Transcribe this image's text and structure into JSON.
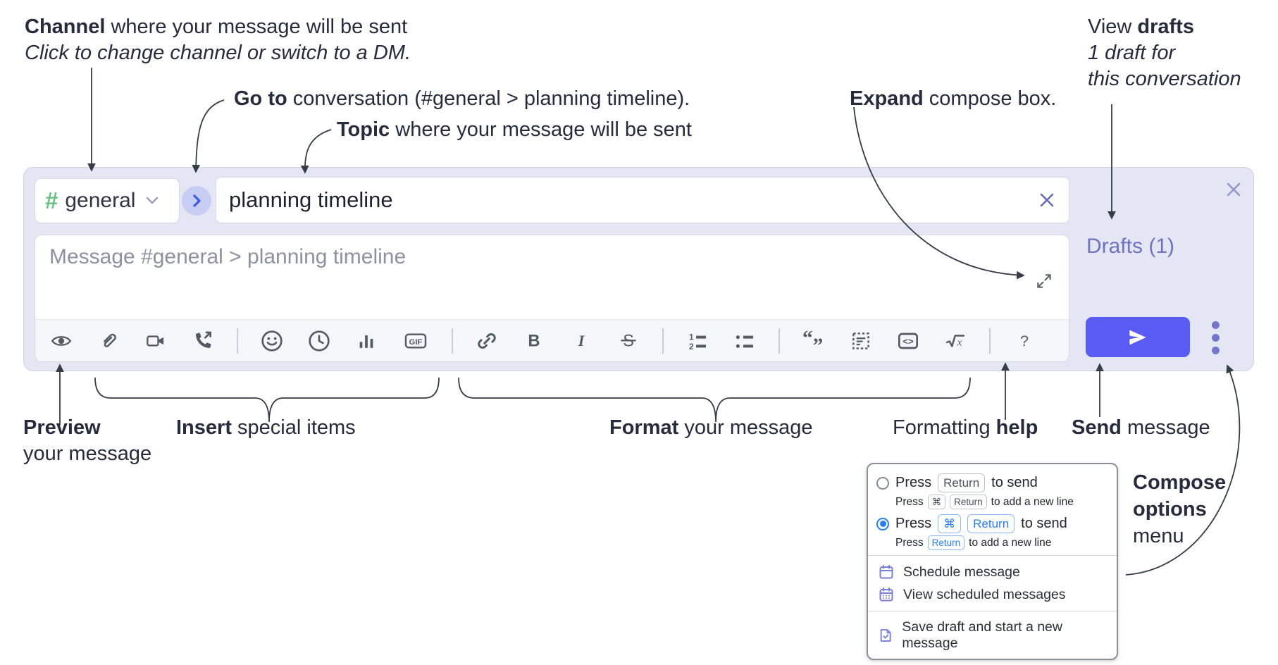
{
  "annotations": {
    "channel": {
      "bold": "Channel",
      "rest": " where your message will be sent",
      "line2": "Click to change channel or switch to a DM."
    },
    "goto": {
      "bold": "Go to",
      "rest": " conversation (#general > planning timeline)."
    },
    "topic": {
      "bold": "Topic",
      "rest": " where your message will be sent"
    },
    "expand": {
      "bold": "Expand",
      "rest": " compose box."
    },
    "view_drafts": {
      "pre": "View ",
      "bold": "drafts",
      "line2": "1 draft for",
      "line3": "this conversation"
    },
    "preview": {
      "bold": "Preview",
      "line2": "your message"
    },
    "insert": {
      "bold": "Insert",
      "rest": " special items"
    },
    "format": {
      "bold": "Format",
      "rest": " your message"
    },
    "formatting_help": {
      "pre": "Formatting ",
      "bold": "help"
    },
    "send": {
      "bold": "Send",
      "rest": " message"
    },
    "compose_options": {
      "line1": "Compose",
      "line2": "options",
      "line3": "menu"
    }
  },
  "compose": {
    "channel_hash": "#",
    "channel_name": "general",
    "topic_value": "planning timeline",
    "message_placeholder": "Message #general > planning timeline",
    "drafts_link": "Drafts (1)"
  },
  "toolbar": {
    "gif": "GIF",
    "bold": "B",
    "italic": "I",
    "strike": "S",
    "num1": "1",
    "num2": "2",
    "quote_open": "“",
    "quote_close": "”",
    "code": "<>",
    "math_x": "x",
    "help": "?"
  },
  "popup": {
    "option1": {
      "pre": "Press",
      "key1": "Return",
      "post": "to send",
      "sub_pre": "Press",
      "sub_key1": "⌘",
      "sub_key2": "Return",
      "sub_post": "to add a new line"
    },
    "option2": {
      "pre": "Press",
      "key1": "⌘",
      "key2": "Return",
      "post": "to send",
      "sub_pre": "Press",
      "sub_key1": "Return",
      "sub_post": "to add a new line"
    },
    "items": [
      {
        "icon": "calendar",
        "label": "Schedule message"
      },
      {
        "icon": "calendar-dots",
        "label": "View scheduled messages"
      },
      {
        "icon": "draft-check",
        "label": "Save draft and start a new message"
      }
    ]
  },
  "colors": {
    "send_button": "#5a5bf2",
    "drafts_link": "#6f73c0",
    "hash_green": "#68c183",
    "compose_bg": "#e4e6f3",
    "kbd_blue": "#2b7de9",
    "menu_icon_purple": "#7b7fd6"
  }
}
